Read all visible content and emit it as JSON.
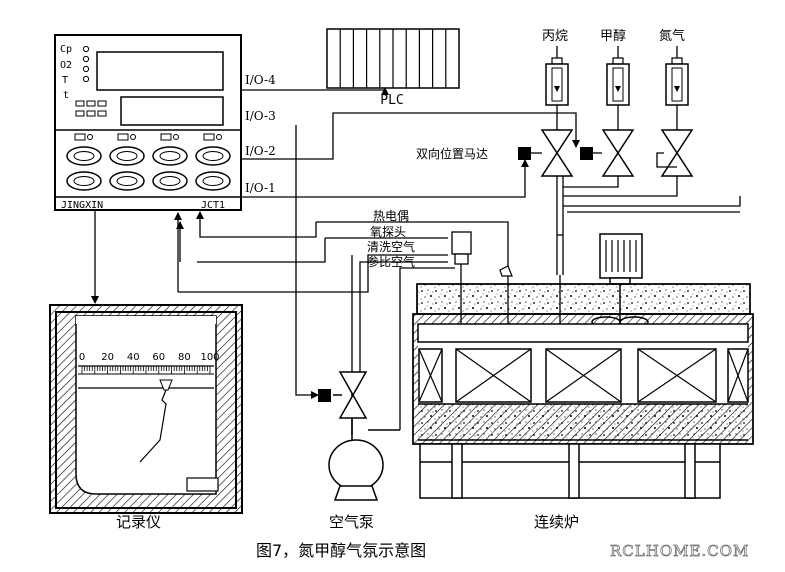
{
  "controller": {
    "side_labels": [
      "Cp",
      "O2",
      "T",
      "t"
    ],
    "brand": "JINGXIN",
    "model": "JCT1"
  },
  "io_labels": {
    "io4": "I/O-4",
    "io3": "I/O-3",
    "io2": "I/O-2",
    "io1": "I/O-1"
  },
  "plc_label": "PLC",
  "gases": {
    "propane": "丙烷",
    "methanol": "甲醇",
    "nitrogen": "氮气"
  },
  "motor_label": "双向位置马达",
  "sensor_labels": {
    "thermocouple": "热电偶",
    "oxygen_probe": "氧探头",
    "cleaning_air": "清洗空气",
    "reference_air": "参比空气"
  },
  "recorder": {
    "scale_ticks": [
      "0",
      "20",
      "40",
      "60",
      "80",
      "100"
    ],
    "caption": "记录仪"
  },
  "pump_caption": "空气泵",
  "furnace_caption": "连续炉",
  "figure_caption": "图7，氮甲醇气氛示意图",
  "watermark": "RCLHOME.COM",
  "colors": {
    "line": "#000000",
    "background": "#ffffff"
  }
}
